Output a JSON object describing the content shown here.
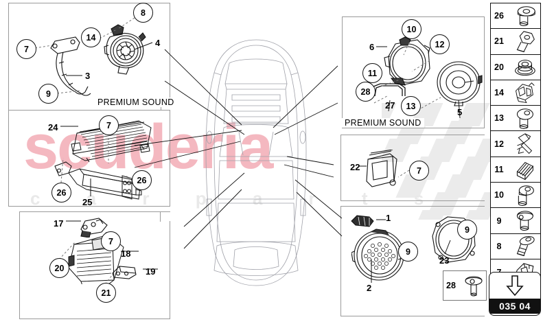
{
  "diagram": {
    "code": "035 04",
    "watermark_main": "scuderia",
    "watermark_sub": "c a r p a r t s",
    "arrow_icon": "down-arrow-icon"
  },
  "panels": [
    {
      "id": "top-left",
      "label": "PREMIUM SOUND"
    },
    {
      "id": "top-right",
      "label": "PREMIUM SOUND"
    },
    {
      "id": "mid-left",
      "label": ""
    },
    {
      "id": "bottom-left",
      "label": ""
    },
    {
      "id": "center-right",
      "label": ""
    },
    {
      "id": "bottom-right",
      "label": ""
    }
  ],
  "callouts": {
    "top_left": [
      {
        "n": "8"
      },
      {
        "n": "14"
      },
      {
        "n": "7"
      },
      {
        "n": "9"
      }
    ],
    "top_left_nums": [
      {
        "n": "4"
      },
      {
        "n": "3"
      }
    ],
    "top_right": [
      {
        "n": "10"
      },
      {
        "n": "12"
      },
      {
        "n": "11"
      },
      {
        "n": "28"
      },
      {
        "n": "13"
      }
    ],
    "top_right_nums": [
      {
        "n": "6"
      },
      {
        "n": "5"
      },
      {
        "n": "27"
      }
    ],
    "mid_left": [
      {
        "n": "7"
      },
      {
        "n": "26"
      },
      {
        "n": "26"
      }
    ],
    "mid_left_nums": [
      {
        "n": "24"
      },
      {
        "n": "25"
      }
    ],
    "bottom_left": [
      {
        "n": "7"
      },
      {
        "n": "20"
      },
      {
        "n": "21"
      }
    ],
    "bottom_left_nums": [
      {
        "n": "17"
      },
      {
        "n": "18"
      },
      {
        "n": "19"
      }
    ],
    "center": [
      {
        "n": "7"
      }
    ],
    "center_nums": [
      {
        "n": "22"
      }
    ],
    "bottom_right": [
      {
        "n": "9"
      },
      {
        "n": "9"
      }
    ],
    "bottom_right_nums": [
      {
        "n": "1"
      },
      {
        "n": "2"
      },
      {
        "n": "23"
      }
    ]
  },
  "legend": {
    "items": [
      {
        "n": "26",
        "icon": "grommet-bolt-icon"
      },
      {
        "n": "21",
        "icon": "hex-bolt-icon"
      },
      {
        "n": "20",
        "icon": "flange-nut-icon"
      },
      {
        "n": "14",
        "icon": "connector-clip-icon"
      },
      {
        "n": "13",
        "icon": "pan-head-screw-icon"
      },
      {
        "n": "12",
        "icon": "spring-clip-icon"
      },
      {
        "n": "11",
        "icon": "sleeve-bush-icon"
      },
      {
        "n": "10",
        "icon": "shoulder-bolt-icon"
      },
      {
        "n": "9",
        "icon": "round-head-screw-icon"
      },
      {
        "n": "8",
        "icon": "tapered-screw-icon"
      },
      {
        "n": "7",
        "icon": "clip-nut-icon"
      }
    ]
  },
  "side_box": {
    "n": "28",
    "icon": "dome-screw-icon"
  }
}
